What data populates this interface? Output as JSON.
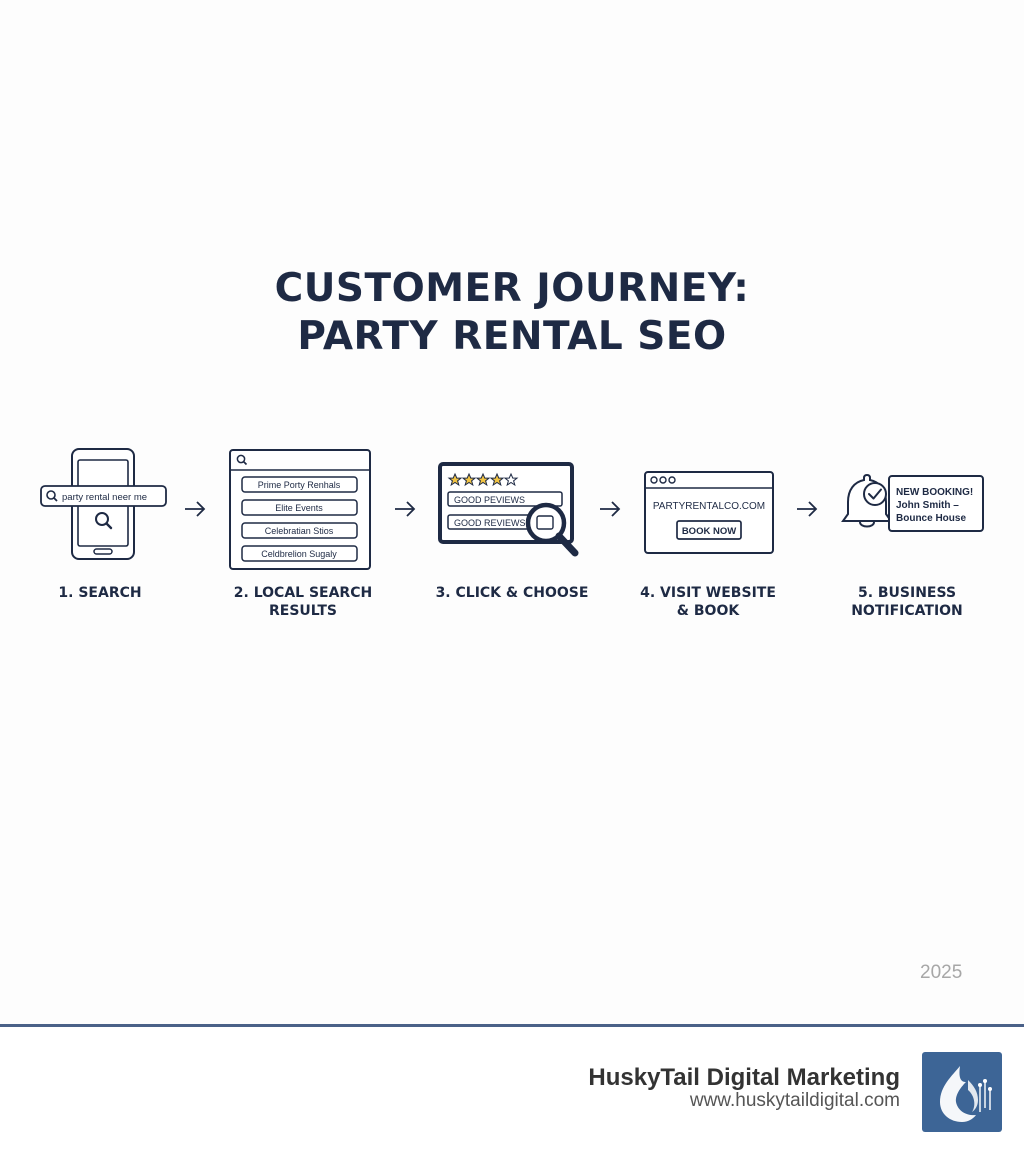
{
  "title": {
    "line1": "CUSTOMER JOURNEY:",
    "line2": "PARTY RENTAL SEO"
  },
  "steps": [
    {
      "label_line1": "1. SEARCH",
      "label_line2": "",
      "search_text": "party rental neer me",
      "icon": "smartphone-search-icon"
    },
    {
      "label_line1": "2. LOCAL SEARCH",
      "label_line2": "RESULTS",
      "results": [
        "Prime Porty Renhals",
        "Elite Events",
        "Celebratian Stios",
        "Celdbrelion Sugaly"
      ],
      "icon": "browser-results-icon"
    },
    {
      "label_line1": "3. CLICK & CHOOSE",
      "label_line2": "",
      "review_lines": [
        "GOOD PEVIEWS",
        "GOOD REVIEWS"
      ],
      "stars": 4,
      "stars_max": 5,
      "icon": "magnifier-reviews-icon"
    },
    {
      "label_line1": "4. VISIT WEBSITE",
      "label_line2": "& BOOK",
      "site": "PARTYRENTALCO.COM",
      "button": "BOOK NOW",
      "icon": "website-window-icon"
    },
    {
      "label_line1": "5. BUSINESS",
      "label_line2": "NOTIFICATION",
      "notice_lines": [
        "NEW BOOKING!",
        "John Smith –",
        "Bounce House"
      ],
      "icon": "bell-check-icon"
    }
  ],
  "arrow_icon": "arrow-right-icon",
  "year": "2025",
  "footer": {
    "brand": "HuskyTail Digital Marketing",
    "url": "www.huskytaildigital.com",
    "logo_icon": "huskytail-logo-icon"
  },
  "colors": {
    "navy": "#1e2a44",
    "star": "#f2c443",
    "footer_line": "#4a6188",
    "logo_bg": "#3d6596"
  }
}
